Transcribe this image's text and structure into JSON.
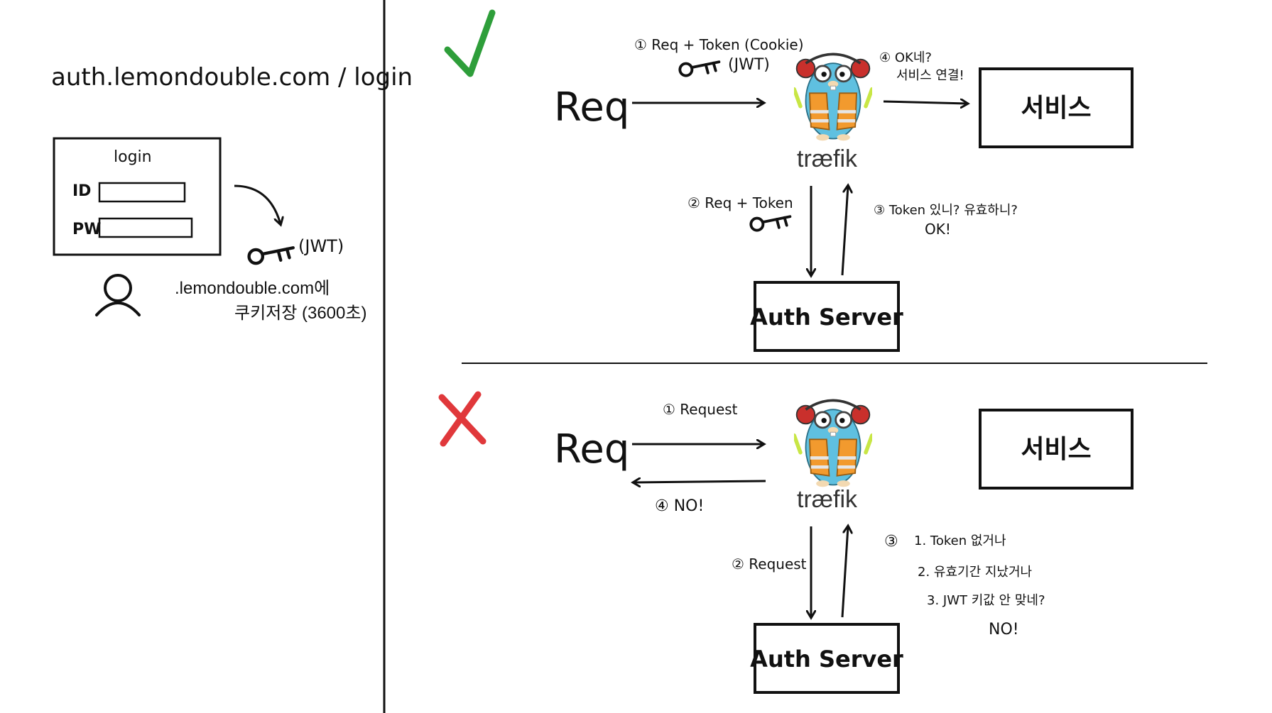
{
  "left_panel": {
    "url": "auth.lemondouble.com / login",
    "form_title": "login",
    "id_label": "ID",
    "pw_label": "PW",
    "token_label": "(JWT)",
    "cookie_line1": ".lemondouble.com에",
    "cookie_line2": "쿠키저장 (3600초)"
  },
  "success": {
    "req_label": "Req",
    "step1": "① Req + Token (Cookie)",
    "step1_token": "(JWT)",
    "step4_line1": "④ OK네?",
    "step4_line2": "서비스 연결!",
    "service_label": "서비스",
    "traefik_label": "træfik",
    "step2": "② Req + Token",
    "step3_line1": "③ Token 있니? 유효하니?",
    "step3_line2": "OK!",
    "auth_label": "Auth Server"
  },
  "failure": {
    "req_label": "Req",
    "step1": "① Request",
    "step4": "④ NO!",
    "service_label": "서비스",
    "traefik_label": "træfik",
    "step2": "② Request",
    "step3_num": "③",
    "step3_item1": "1. Token 없거나",
    "step3_item2": "2. 유효기간 지났거나",
    "step3_item3": "3. JWT 키값 안 맞네?",
    "step3_result": "NO!",
    "auth_label": "Auth Server"
  },
  "colors": {
    "check": "#2e9e3a",
    "cross": "#e0383b",
    "ink": "#111111",
    "gopher_blue": "#5fc0e0",
    "vest_orange": "#f29a2e",
    "traefik_a": "#3aa7c9"
  },
  "icons": [
    "check-icon",
    "cross-icon",
    "key-icon",
    "user-icon",
    "gopher-mascot-icon"
  ]
}
